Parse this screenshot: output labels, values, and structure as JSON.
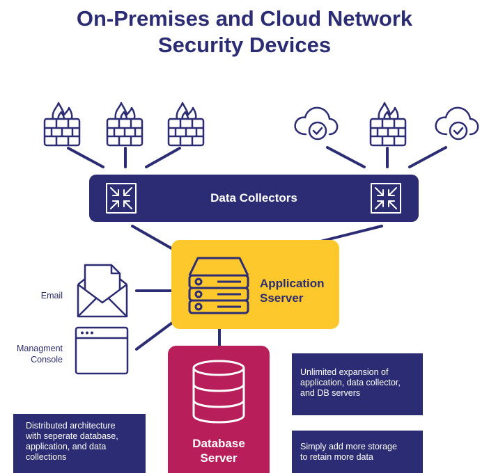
{
  "title": {
    "line1": "On-Premises and Cloud Network",
    "line2": "Security Devices"
  },
  "colors": {
    "navy": "#2b2c74",
    "yellow": "#fcc82c",
    "crimson": "#b81f5a",
    "white": "#ffffff"
  },
  "sources": [
    {
      "icon": "firewall-icon"
    },
    {
      "icon": "firewall-icon"
    },
    {
      "icon": "firewall-icon"
    },
    {
      "icon": "cloud-check-icon"
    },
    {
      "icon": "firewall-icon"
    },
    {
      "icon": "cloud-check-icon"
    }
  ],
  "collectors": {
    "label": "Data Collectors",
    "icon": "collapse-arrows-icon"
  },
  "app_server": {
    "line1": "Application",
    "line2": "Sserver",
    "icon": "server-stack-icon"
  },
  "db_server": {
    "line1": "Database",
    "line2": "Server",
    "icon": "database-icon"
  },
  "clients": {
    "email": {
      "label": "Email",
      "icon": "envelope-icon"
    },
    "console": {
      "line1": "Managment",
      "line2": "Console",
      "icon": "browser-window-icon"
    }
  },
  "notes": {
    "distributed": [
      "Distributed architecture",
      "with seperate database,",
      "application, and data",
      "collections"
    ],
    "expansion": [
      "Unlimited expansion of",
      "application, data collector,",
      "and DB servers"
    ],
    "storage": [
      "Simply add more storage",
      "to retain more data"
    ]
  }
}
